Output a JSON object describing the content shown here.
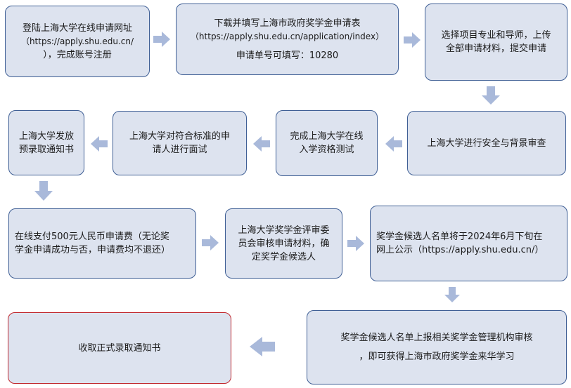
{
  "steps": {
    "s1": {
      "lines": [
        "登陆上海大学在线申请网址",
        "（https://apply.shu.edu.cn/",
        "），完成账号注册"
      ]
    },
    "s2": {
      "lines": [
        "下载并填写上海市政府奖学金申请表",
        "（https://apply.shu.edu.cn/application/index）",
        "申请单号可填写：10280"
      ]
    },
    "s3": {
      "lines": [
        "选择项目专业和导师，上传",
        "全部申请材料，提交申请"
      ]
    },
    "s4": {
      "lines": [
        "上海大学进行安全与背景审查"
      ]
    },
    "s5": {
      "lines": [
        "完成上海大学在线",
        "入学资格测试"
      ]
    },
    "s6": {
      "lines": [
        "上海大学对符合标准的申",
        "请人进行面试"
      ]
    },
    "s7": {
      "lines": [
        "上海大学发放",
        "预录取通知书"
      ]
    },
    "s8": {
      "lines": [
        "在线支付500元人民币申请费（无论奖",
        "学金申请成功与否，申请费均不退还）"
      ]
    },
    "s9": {
      "lines": [
        "上海大学奖学金评审委",
        "员会审核申请材料，确",
        "定奖学金候选人"
      ]
    },
    "s10": {
      "lines": [
        "奖学金候选人名单将于2024年6月下旬在",
        "网上公示（https://apply.shu.edu.cn/）"
      ]
    },
    "s11": {
      "lines": [
        "奖学金候选人名单上报相关奖学金管理机构审核",
        "，即可获得上海市政府奖学金来华学习"
      ]
    },
    "s12": {
      "lines": [
        "收取正式录取通知书"
      ]
    }
  },
  "colors": {
    "box_fill": "#dde3ef",
    "box_border": "#3f5f95",
    "final_border": "#c1272d",
    "arrow": "#a9b9da"
  }
}
